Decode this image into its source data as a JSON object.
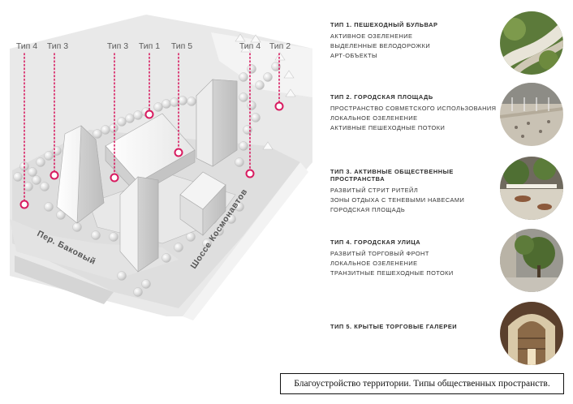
{
  "map": {
    "markers": [
      {
        "label": "Тип 4"
      },
      {
        "label": "Тип 3"
      },
      {
        "label": "Тип 3"
      },
      {
        "label": "Тип 1"
      },
      {
        "label": "Тип 5"
      },
      {
        "label": "Тип 4"
      },
      {
        "label": "Тип 2"
      }
    ],
    "streets": {
      "left": "Пер. Баковый",
      "right": "Шоссе Космонавтов"
    },
    "accent_color": "#d81b60"
  },
  "legend": [
    {
      "title": "ТИП 1. ПЕШЕХОДНЫЙ БУЛЬВАР",
      "lines": [
        "АКТИВНОЕ ОЗЕЛЕНЕНИЕ",
        "ВЫДЕЛЕННЫЕ ВЕЛОДОРОЖКИ",
        "АРТ-ОБЪЕКТЫ"
      ],
      "icon": "boulevard-photo"
    },
    {
      "title": "ТИП 2. ГОРОДСКАЯ ПЛОЩАДЬ",
      "lines": [
        "ПРОСТРАНСТВО СОВМЕТСКОГО ИСПОЛЬЗОВАНИЯ",
        "ЛОКАЛЬНОЕ ОЗЕЛЕНЕНИЕ",
        "АКТИВНЫЕ ПЕШЕХОДНЫЕ ПОТОКИ"
      ],
      "icon": "square-photo"
    },
    {
      "title": "ТИП 3. АКТИВНЫЕ ОБЩЕСТВЕННЫЕ ПРОСТРАНСТВА",
      "lines": [
        "РАЗВИТЫЙ СТРИТ РИТЕЙЛ",
        "ЗОНЫ ОТДЫХА С ТЕНЕВЫМИ НАВЕСАМИ",
        "ГОРОДСКАЯ ПЛОЩАДЬ"
      ],
      "icon": "public-space-photo"
    },
    {
      "title": "ТИП 4. ГОРОДСКАЯ УЛИЦА",
      "lines": [
        "РАЗВИТЫЙ ТОРГОВЫЙ ФРОНТ",
        "ЛОКАЛЬНОЕ ОЗЕЛЕНЕНИЕ",
        "ТРАНЗИТНЫЕ ПЕШЕХОДНЫЕ ПОТОКИ"
      ],
      "icon": "street-photo"
    },
    {
      "title": "ТИП 5. КРЫТЫЕ ТОРГОВЫЕ ГАЛЕРЕИ",
      "lines": [],
      "icon": "gallery-photo"
    }
  ],
  "caption": "Благоустройство территории. Типы общественных пространств."
}
